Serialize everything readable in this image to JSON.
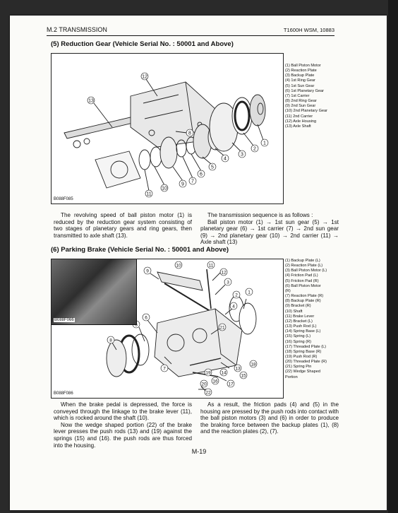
{
  "header": {
    "section": "M.2 TRANSMISSION",
    "code": "T1600H  WSM, 10883"
  },
  "section5": {
    "title": "(5) Reduction Gear (Vehicle Serial No. : 50001 and Above)",
    "figure_code": "B088F085",
    "callouts": [
      "1",
      "2",
      "3",
      "4",
      "5",
      "6",
      "7",
      "8",
      "9",
      "10",
      "11",
      "12",
      "13"
    ],
    "parts": [
      "(1)  Ball Piston Motor",
      "(2)  Reaction Plate",
      "(3)  Backup Plate",
      "(4)  1st Ring Gear",
      "(5)  1st Sun Gear",
      "(6)  1st Planetary Gear",
      "(7)  1st Carrier",
      "(8)  2nd Ring Gear",
      "(9)  2nd Sun Gear",
      "(10)  2nd Planetary Gear",
      "(11)  2nd Carrier",
      "(12)  Axle Housing",
      "(13)  Axle Shaft"
    ],
    "text_left": "The revolving speed of ball piston motor (1) is reduced by the reduction gear system consisting of two stages of planetary gears and ring gears, then transmitted to axle shaft (13).",
    "text_right_1": "The transmission sequence is as follows :",
    "text_right_2": "Ball piston motor (1) → 1st sun gear (5) → 1st planetary gear (6) → 1st carrier (7) → 2nd sun gear (9) → 2nd planetary gear (10) → 2nd carrier (11) → Axle shaft (13)"
  },
  "section6": {
    "title": "(6) Parking Brake (Vehicle Serial No. : 50001 and Above)",
    "photo_code": "B088F066",
    "figure_code": "B088F086",
    "callouts": [
      "1",
      "2",
      "3",
      "4",
      "5",
      "6",
      "7",
      "8",
      "9",
      "10",
      "11",
      "12",
      "13",
      "14",
      "15",
      "16",
      "17",
      "18",
      "19",
      "20",
      "21",
      "22"
    ],
    "parts": [
      "(1)  Backup Plate (L)",
      "(2)  Reaction Plate (L)",
      "(3)  Ball Piston Motor (L)",
      "(4)  Friction Pad (L)",
      "(5)  Friction Pad (R)",
      "(6)  Ball Piston Motor",
      "       (R)",
      "(7)  Reaction Plate (R)",
      "(8)  Backup Plate (R)",
      "(9)  Bracket (R)",
      "(10)  Shaft",
      "(11)  Brake Lever",
      "(12)  Bracket (L)",
      "(13)  Push Rod (L)",
      "(14)  Spring Base (L)",
      "(15)  Spring (L)",
      "(16)  Spring (R)",
      "(17)  Threaded Plate (L)",
      "(18)  Spring Base (R)",
      "(19)  Push Rod (R)",
      "(20)  Threaded Plate (R)",
      "(21)  Spring Pin",
      "(22)  Wedge Shaped",
      "         Portion"
    ],
    "text_left_1": "When the brake pedal is depressed, the force is conveyed through the linkage to the brake lever (11), which is rocked around the shaft (10).",
    "text_left_2": "Now the wedge shaped portion (22) of the brake lever presses the push rods (13) and (19) against the springs (15) and (16). the push rods are thus forced into the housing.",
    "text_right": "As a result, the friction pads (4) and (5) in the housing are pressed by the push rods into contact with the ball piston motors (3) and (6) in order to produce the braking force between the backup plates (1), (8) and the reaction plates (2), (7)."
  },
  "footer": {
    "page_number": "M-19"
  }
}
